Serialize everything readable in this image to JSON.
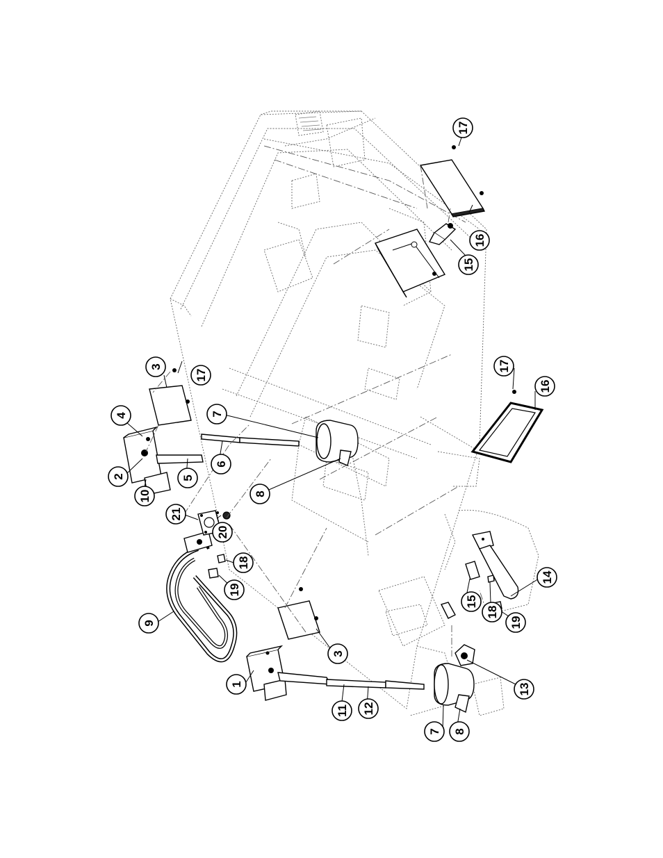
{
  "callouts": [
    {
      "label": "1"
    },
    {
      "label": "2"
    },
    {
      "label": "3"
    },
    {
      "label": "3"
    },
    {
      "label": "4"
    },
    {
      "label": "5"
    },
    {
      "label": "6"
    },
    {
      "label": "7"
    },
    {
      "label": "7"
    },
    {
      "label": "8"
    },
    {
      "label": "8"
    },
    {
      "label": "9"
    },
    {
      "label": "10"
    },
    {
      "label": "11"
    },
    {
      "label": "12"
    },
    {
      "label": "13"
    },
    {
      "label": "14"
    },
    {
      "label": "15"
    },
    {
      "label": "15"
    },
    {
      "label": "16"
    },
    {
      "label": "16"
    },
    {
      "label": "17"
    },
    {
      "label": "17"
    },
    {
      "label": "17"
    },
    {
      "label": "18"
    },
    {
      "label": "18"
    },
    {
      "label": "19"
    },
    {
      "label": "19"
    },
    {
      "label": "20"
    },
    {
      "label": "21"
    }
  ]
}
